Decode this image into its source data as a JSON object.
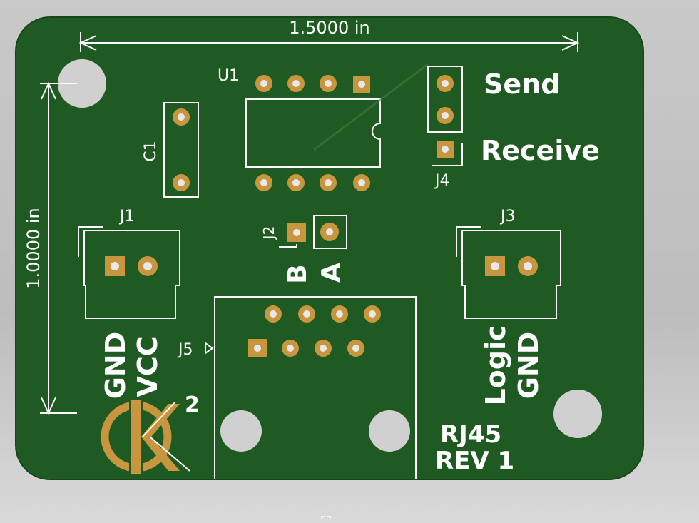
{
  "dimensions": {
    "width_label": "1.5000 in",
    "height_label": "1.0000 in"
  },
  "board": {
    "color": "#1f5a22",
    "silkscreen_color": "#ffffff",
    "copper_color": "#c8963e"
  },
  "references": {
    "u1": "U1",
    "c1": "C1",
    "j1": "J1",
    "j2": "J2",
    "j3": "J3",
    "j4": "J4",
    "j5": "J5"
  },
  "labels": {
    "send": "Send",
    "receive": "Receive",
    "b": "B",
    "a": "A",
    "gnd_left": "GND",
    "vcc": "VCC",
    "logic": "Logic",
    "gnd_right": "GND",
    "rj45": "RJ45",
    "rev": "REV 1",
    "logo_superscript": "2"
  },
  "logo": {
    "icon": "k-squared-logo"
  }
}
